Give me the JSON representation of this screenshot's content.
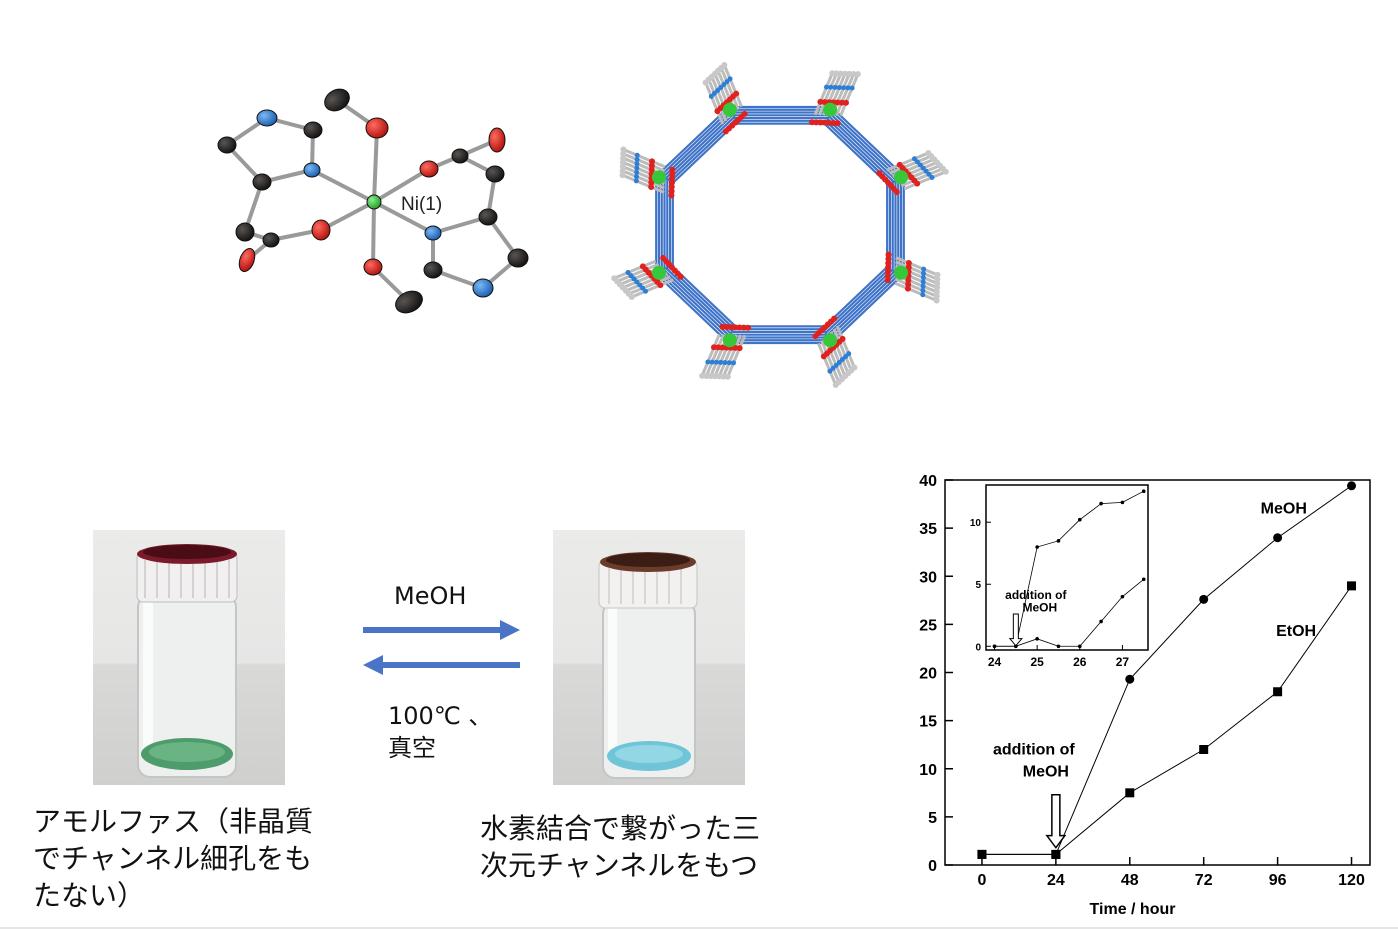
{
  "molecule": {
    "label": "Ni(1)"
  },
  "conditions": {
    "forward": "MeOH",
    "reverse": "100℃ 、\n真空"
  },
  "captions": {
    "amorphous": "アモルファス（非晶質\nでチャンネル細孔をも\nたない）",
    "channel": "水素結合で繋がった三\n次元チャンネルをもつ"
  },
  "colors": {
    "carbon": "#1e1a18",
    "oxygen": "#e0211e",
    "nitrogen": "#2d7fd6",
    "nickel": "#36c83a",
    "hydrogen": "#c8c8c8",
    "hbond": "#3f73c8",
    "arrow": "#4a74c6",
    "powder_green": "#4e9c6c",
    "powder_blue": "#6fc4d8"
  },
  "chart_data": [
    {
      "type": "line",
      "xlabel": "Time / hour",
      "ylabel": "",
      "xlim": [
        -12,
        126
      ],
      "ylim": [
        0,
        40
      ],
      "x_ticks": [
        "0",
        "24",
        "48",
        "72",
        "96",
        "120"
      ],
      "y_ticks": [
        "0",
        "5",
        "10",
        "15",
        "20",
        "25",
        "30",
        "35",
        "40"
      ],
      "series": [
        {
          "name": "MeOH",
          "marker": "circle",
          "x": [
            0,
            24,
            48,
            72,
            96,
            120
          ],
          "y": [
            1.1,
            1.1,
            19.3,
            27.6,
            34.0,
            39.4
          ]
        },
        {
          "name": "EtOH",
          "marker": "square",
          "x": [
            0,
            24,
            48,
            72,
            96,
            120
          ],
          "y": [
            1.1,
            1.1,
            7.5,
            12.0,
            18.0,
            29.0
          ]
        }
      ],
      "annotation": {
        "text_line1": "addition of",
        "text_line2": "MeOH",
        "x": 24
      }
    },
    {
      "type": "line",
      "inset": true,
      "xlim": [
        23.8,
        27.6
      ],
      "ylim": [
        -0.3,
        13
      ],
      "x_ticks": [
        "24",
        "25",
        "26",
        "27"
      ],
      "y_ticks": [
        "0",
        "5",
        "10"
      ],
      "series": [
        {
          "name": "MeOH",
          "x": [
            24,
            24.5,
            25,
            25.5,
            26,
            26.5,
            27,
            27.5
          ],
          "y": [
            0,
            0,
            8,
            8.5,
            10.2,
            11.5,
            11.6,
            12.5
          ]
        },
        {
          "name": "EtOH",
          "x": [
            24,
            24.5,
            25,
            25.5,
            26,
            26.5,
            27,
            27.5
          ],
          "y": [
            0,
            0,
            0.6,
            0,
            0,
            2,
            4,
            5.4
          ]
        }
      ],
      "annotation": {
        "text_line1": "addition of",
        "text_line2": "MeOH",
        "x": 24.5
      }
    }
  ]
}
